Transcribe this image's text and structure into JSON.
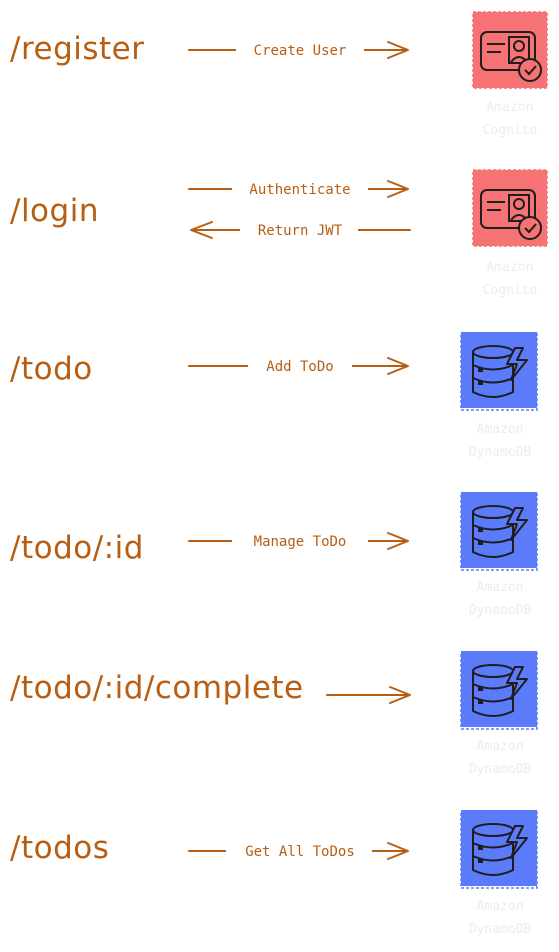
{
  "colors": {
    "stroke": "#b85e12",
    "cognito": "#f77274",
    "dynamodb": "#5c7bfa",
    "caption": "#ececec"
  },
  "rows": [
    {
      "route": "/register",
      "edges": [
        {
          "label": "Create User",
          "direction": "right"
        }
      ],
      "service": {
        "icon": "cognito-icon",
        "caption_line1": "Amazon",
        "caption_line2": "Cognito"
      }
    },
    {
      "route": "/login",
      "edges": [
        {
          "label": "Authenticate",
          "direction": "right"
        },
        {
          "label": "Return JWT",
          "direction": "left"
        }
      ],
      "service": {
        "icon": "cognito-icon",
        "caption_line1": "Amazon",
        "caption_line2": "Cognito"
      }
    },
    {
      "route": "/todo",
      "edges": [
        {
          "label": "Add ToDo",
          "direction": "right"
        }
      ],
      "service": {
        "icon": "dynamodb-icon",
        "caption_line1": "Amazon",
        "caption_line2": "DynamoDB"
      }
    },
    {
      "route": "/todo/:id",
      "edges": [
        {
          "label": "Manage ToDo",
          "direction": "right"
        }
      ],
      "service": {
        "icon": "dynamodb-icon",
        "caption_line1": "Amazon",
        "caption_line2": "DynamoDB"
      }
    },
    {
      "route": "/todo/:id/complete",
      "edges": [
        {
          "label": "",
          "direction": "right"
        }
      ],
      "service": {
        "icon": "dynamodb-icon",
        "caption_line1": "Amazon",
        "caption_line2": "DynamoDB"
      }
    },
    {
      "route": "/todos",
      "edges": [
        {
          "label": "Get All ToDos",
          "direction": "right"
        }
      ],
      "service": {
        "icon": "dynamodb-icon",
        "caption_line1": "Amazon",
        "caption_line2": "DynamoDB"
      }
    }
  ]
}
